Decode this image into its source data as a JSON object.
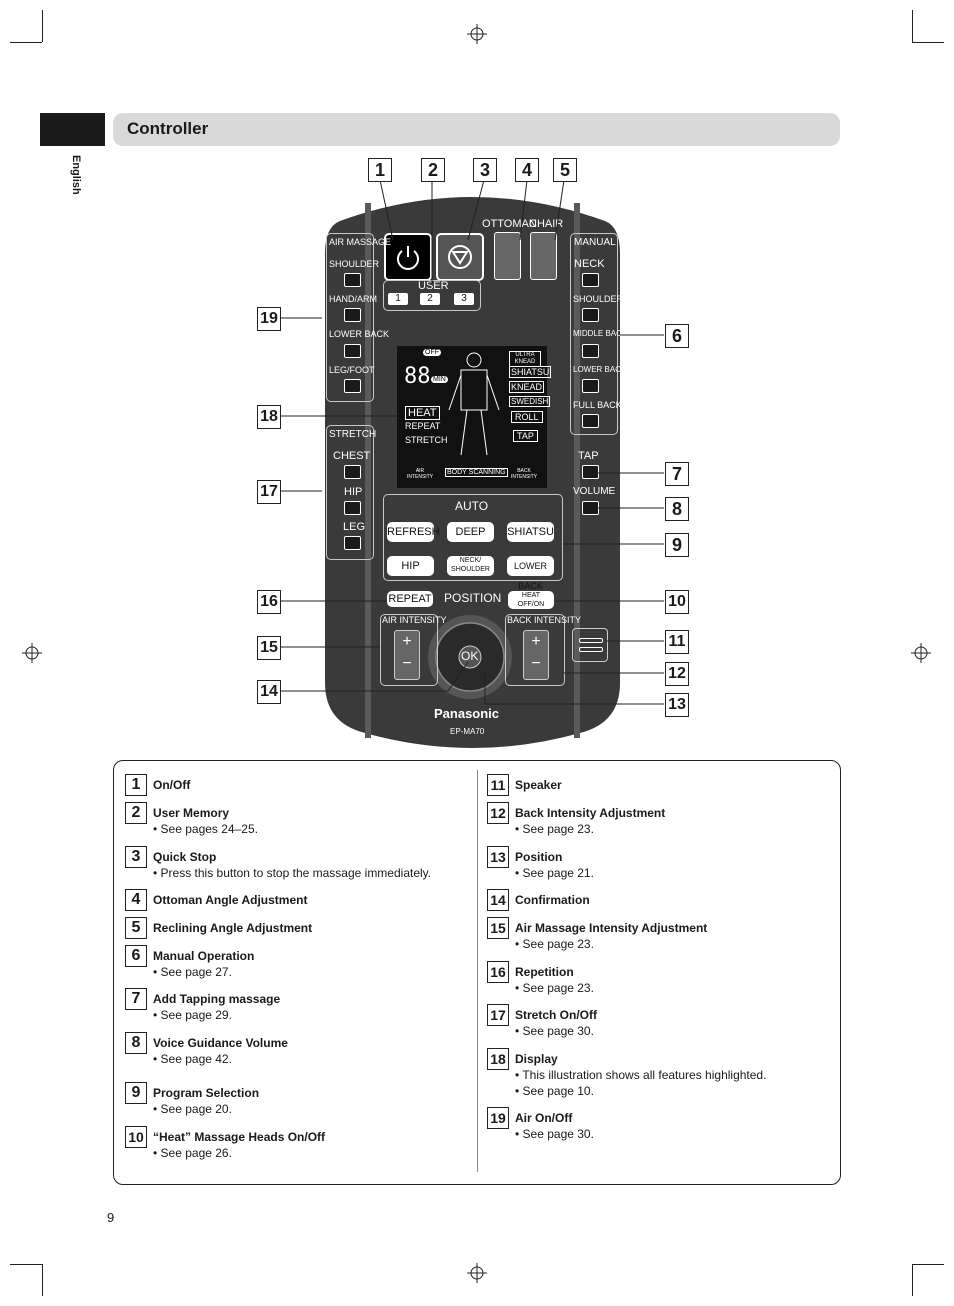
{
  "header": {
    "title": "Controller",
    "side_label": "English"
  },
  "page_number": "9",
  "remote": {
    "brand": "Panasonic",
    "model": "EP-MA70",
    "ottoman": "OTTOMAN",
    "chair": "CHAIR",
    "user": "USER",
    "user_buttons": [
      "1",
      "2",
      "3"
    ],
    "air_massage": "AIR MASSAGE",
    "air_items": [
      "SHOULDER",
      "HAND/ARM",
      "LOWER BACK",
      "LEG/FOOT"
    ],
    "manual": "MANUAL",
    "manual_items": [
      "NECK",
      "SHOULDER",
      "MIDDLE BACK",
      "LOWER BACK",
      "FULL BACK"
    ],
    "stretch": "STRETCH",
    "stretch_items": [
      "CHEST",
      "HIP",
      "LEG"
    ],
    "tap": "TAP",
    "volume": "VOLUME",
    "auto": "AUTO",
    "auto_buttons": [
      "REFRESH",
      "DEEP",
      "SHIATSU",
      "HIP",
      "NECK/ SHOULDER",
      "LOWER BACK"
    ],
    "repeat": "REPEAT",
    "position": "POSITION",
    "heat": "HEAT OFF/ON",
    "air_intensity": "AIR INTENSITY",
    "back_intensity": "BACK INTENSITY",
    "ok": "OK",
    "display": {
      "off": "OFF",
      "digits": "88",
      "min": "MIN",
      "heat": "HEAT",
      "repeat": "REPEAT",
      "stretch": "STRETCH",
      "modes": [
        "ULTRA KNEAD",
        "SHIATSU",
        "KNEAD",
        "SWEDISH",
        "ROLL",
        "TAP"
      ],
      "air_intensity": "AIR INTENSITY",
      "body_scanning": "BODY SCANNING",
      "back_intensity": "BACK INTENSITY"
    }
  },
  "legend": {
    "left": [
      {
        "num": "1",
        "title": "On/Off",
        "notes": []
      },
      {
        "num": "2",
        "title": "User Memory",
        "notes": [
          "• See pages 24–25."
        ]
      },
      {
        "num": "3",
        "title": "Quick Stop",
        "notes": [
          "• Press this button to stop the massage immediately."
        ]
      },
      {
        "num": "4",
        "title": "Ottoman Angle Adjustment",
        "notes": []
      },
      {
        "num": "5",
        "title": "Reclining Angle Adjustment",
        "notes": []
      },
      {
        "num": "6",
        "title": "Manual Operation",
        "notes": [
          "• See page 27."
        ]
      },
      {
        "num": "7",
        "title": "Add Tapping massage",
        "notes": [
          "• See page 29."
        ]
      },
      {
        "num": "8",
        "title": "Voice Guidance Volume",
        "notes": [
          "• See page 42."
        ]
      },
      {
        "num": "9",
        "title": "Program Selection",
        "notes": [
          "• See page 20."
        ]
      },
      {
        "num": "10",
        "title": "“Heat” Massage Heads On/Off",
        "notes": [
          "• See page 26."
        ]
      }
    ],
    "right": [
      {
        "num": "11",
        "title": "Speaker",
        "notes": []
      },
      {
        "num": "12",
        "title": "Back Intensity Adjustment",
        "notes": [
          "• See page 23."
        ]
      },
      {
        "num": "13",
        "title": "Position",
        "notes": [
          "• See page 21."
        ]
      },
      {
        "num": "14",
        "title": "Confirmation",
        "notes": []
      },
      {
        "num": "15",
        "title": "Air Massage Intensity Adjustment",
        "notes": [
          "• See page 23."
        ]
      },
      {
        "num": "16",
        "title": "Repetition",
        "notes": [
          "• See page 23."
        ]
      },
      {
        "num": "17",
        "title": "Stretch On/Off",
        "notes": [
          "• See page 30."
        ]
      },
      {
        "num": "18",
        "title": "Display",
        "notes": [
          "• This illustration shows all features highlighted.",
          "• See page 10."
        ]
      },
      {
        "num": "19",
        "title": "Air On/Off",
        "notes": [
          "• See page 30."
        ]
      }
    ]
  }
}
